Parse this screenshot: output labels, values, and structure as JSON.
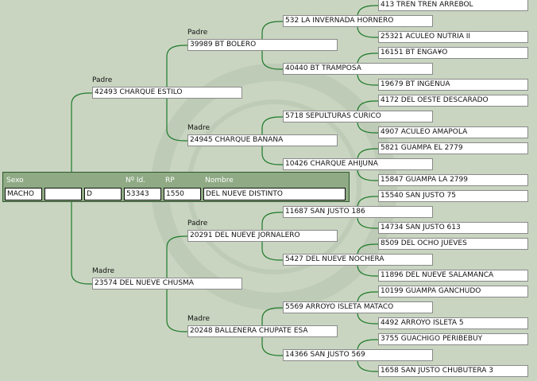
{
  "labels": {
    "padre": "Padre",
    "madre": "Madre"
  },
  "animal": {
    "headers": {
      "sexo": "Sexo",
      "id": "Nº Id.",
      "rp": "RP",
      "nombre": "Nombre"
    },
    "sexo": "MACHO",
    "field2": "",
    "field3": "D",
    "id": "53343",
    "rp": "1550",
    "nombre": "DEL NUEVE DISTINTO"
  },
  "gen1": [
    "42493 CHARQUE ESTILO",
    "23574 DEL NUEVE CHUSMA"
  ],
  "gen2": [
    "39989 BT BOLERO",
    "24945 CHARQUE BANANA",
    "20291 DEL NUEVE JORNALERO",
    "20248 BALLENERA CHUPATE ESA"
  ],
  "gen3": [
    "532 LA INVERNADA HORNERO",
    "40440 BT TRAMPOSA",
    "5718 SEPULTURAS CURICO",
    "10426 CHARQUE AHIJUNA",
    "11687 SAN JUSTO 186",
    "5427 DEL NUEVE NOCHERA",
    "5569 ARROYO ISLETA MATACO",
    "14366 SAN JUSTO 569"
  ],
  "gen4": [
    "413 TREN TREN ARREBOL",
    "25321 ACULEO NUTRIA II",
    "16151 BT ENGA¥O",
    "19679 BT INGENUA",
    "4172 DEL OESTE DESCARADO",
    "4907 ACULEO AMAPOLA",
    "5821 GUAMPA EL 2779",
    "15847 GUAMPA LA 2799",
    "15540 SAN JUSTO 75",
    "14734 SAN JUSTO 613",
    "8509 DEL OCHO JUEVES",
    "11896 DEL NUEVE SALAMANCA",
    "10199 GUAMPA GANCHUDO",
    "4492 ARROYO ISLETA 5",
    "3755 GUACHIGO PERIBEBUY",
    "1658 SAN JUSTO CHUBUTERA 3"
  ],
  "colors": {
    "line": "#1f7a2a",
    "background": "#c9d5c1",
    "panel": "#8faa84"
  }
}
